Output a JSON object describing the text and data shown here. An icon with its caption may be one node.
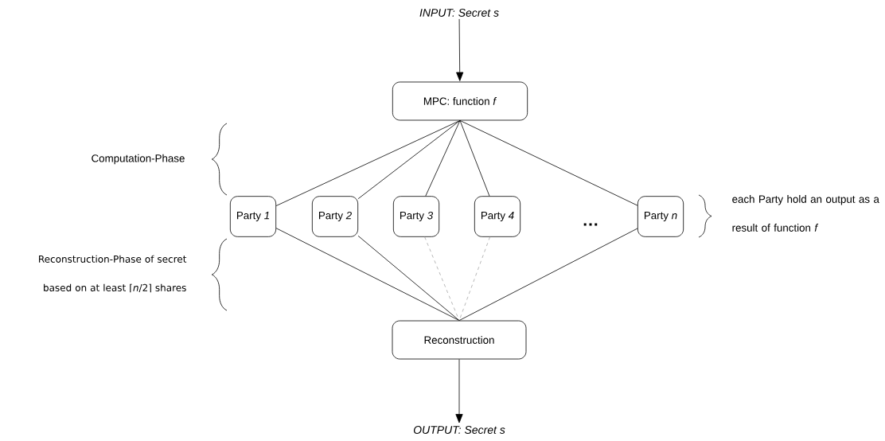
{
  "diagram": {
    "nodes": [
      {
        "text": [
          "INPUT: Secret s"
        ]
      },
      {
        "text": [
          "MPC: function *f*"
        ]
      },
      {
        "text": [
          "Party *1*"
        ]
      },
      {
        "text": [
          "Party *2*"
        ]
      },
      {
        "text": [
          "Party *3*"
        ]
      },
      {
        "text": [
          "Party *4*"
        ]
      },
      {
        "text": [
          "Party *n*"
        ]
      },
      {
        "text": [
          "Reconstruction"
        ]
      },
      {
        "text": [
          "OUTPUT: Secret s"
        ]
      }
    ],
    "edges": [
      {
        "from": 0,
        "to": 1,
        "arrow": "to"
      },
      {
        "from": 1,
        "to": 2,
        "arrow": "none"
      },
      {
        "from": 1,
        "to": 3,
        "arrow": "none"
      },
      {
        "from": 1,
        "to": 4,
        "arrow": "none"
      },
      {
        "from": 1,
        "to": 5,
        "arrow": "none"
      },
      {
        "from": 1,
        "to": 6,
        "arrow": "none"
      },
      {
        "from": 2,
        "to": 7,
        "arrow": "none"
      },
      {
        "from": 3,
        "to": 7,
        "arrow": "none"
      },
      {
        "from": 4,
        "to": 7,
        "arrow": "none",
        "style": "dashed",
        "color": "#a6a6a6"
      },
      {
        "from": 5,
        "to": 7,
        "arrow": "none",
        "style": "dashed",
        "color": "#a6a6a6"
      },
      {
        "from": 6,
        "to": 7,
        "arrow": "none"
      },
      {
        "from": 7,
        "to": 8,
        "arrow": "to"
      }
    ],
    "labels": [
      "Computation-Phase",
      "…",
      "each Party hold an output as a result of function *f*",
      "Reconstruction-Phase of secret based on at least ⌈*n*/2⌉ shares"
    ]
  }
}
